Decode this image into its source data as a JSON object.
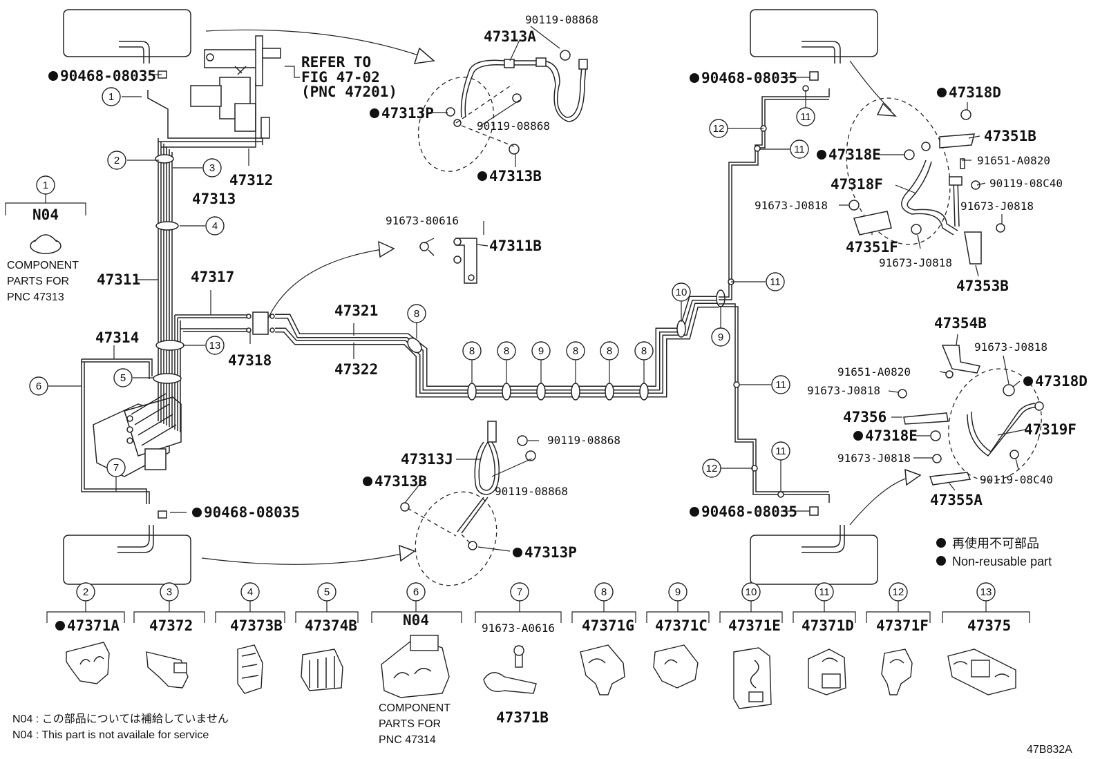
{
  "diagram_code": "47B832A",
  "legend": {
    "ja": "再使用不可部品",
    "en": "Non-reusable part"
  },
  "notes": {
    "n04_ja": "N04 : この部品については補給していません",
    "n04_en": "N04 : This part is not availale for service"
  },
  "refer": {
    "line1": "REFER TO",
    "line2": "FIG 47-02",
    "line3": "(PNC 47201)"
  },
  "component_note_left": {
    "num": "1",
    "code": "N04",
    "l1": "COMPONENT",
    "l2": "PARTS FOR",
    "l3": "PNC 47313"
  },
  "labels": {
    "p47312": "47312",
    "p47313": "47313",
    "p47311": "47311",
    "p47317": "47317",
    "p47314": "47314",
    "p47318": "47318",
    "p47321": "47321",
    "p47322": "47322",
    "p47311B": "47311B",
    "p91673_80616": "91673-80616",
    "p47313A": "47313A",
    "p90119_08868_a": "90119-08868",
    "p90119_08868_b": "90119-08868",
    "p47313P_a": "47313P",
    "p47313B_a": "47313B",
    "p90468_tl": "90468-08035",
    "p90468_bl": "90468-08035",
    "p90468_tr": "90468-08035",
    "p90468_br": "90468-08035",
    "p47313J": "47313J",
    "p90119_08868_c": "90119-08868",
    "p90119_08868_d": "90119-08868",
    "p47313B_b": "47313B",
    "p47313P_b": "47313P",
    "p47318D_a": "47318D",
    "p47351B": "47351B",
    "p47318E_a": "47318E",
    "p91651_A0820_a": "91651-A0820",
    "p47318F": "47318F",
    "p90119_08C40_a": "90119-08C40",
    "p91673_J0818_a": "91673-J0818",
    "p91673_J0818_b": "91673-J0818",
    "p47351F": "47351F",
    "p91673_J0818_c": "91673-J0818",
    "p47353B": "47353B",
    "p47354B": "47354B",
    "p91673_J0818_d": "91673-J0818",
    "p91651_A0820_b": "91651-A0820",
    "p47318D_b": "47318D",
    "p91673_J0818_e": "91673-J0818",
    "p47356": "47356",
    "p47319F": "47319F",
    "p47318E_b": "47318E",
    "p91673_J0818_f": "91673-J0818",
    "p90119_08C40_b": "90119-08C40",
    "p47355A": "47355A"
  },
  "callouts": [
    "1",
    "2",
    "3",
    "4",
    "5",
    "6",
    "7",
    "8",
    "9",
    "10",
    "11",
    "12",
    "13"
  ],
  "bottom_parts": [
    {
      "num": "2",
      "part": "47371A",
      "nonreusable": true
    },
    {
      "num": "3",
      "part": "47372",
      "nonreusable": false
    },
    {
      "num": "4",
      "part": "47373B",
      "nonreusable": false
    },
    {
      "num": "5",
      "part": "47374B",
      "nonreusable": false
    },
    {
      "num": "6",
      "part": "N04",
      "nonreusable": false,
      "l1": "COMPONENT",
      "l2": "PARTS FOR",
      "l3": "PNC 47314"
    },
    {
      "num": "7",
      "part": "91673-A0616",
      "nonreusable": false,
      "sub": "47371B"
    },
    {
      "num": "8",
      "part": "47371G",
      "nonreusable": false
    },
    {
      "num": "9",
      "part": "47371C",
      "nonreusable": false
    },
    {
      "num": "10",
      "part": "47371E",
      "nonreusable": false
    },
    {
      "num": "11",
      "part": "47371D",
      "nonreusable": false
    },
    {
      "num": "12",
      "part": "47371F",
      "nonreusable": false
    },
    {
      "num": "13",
      "part": "47375",
      "nonreusable": false
    }
  ]
}
